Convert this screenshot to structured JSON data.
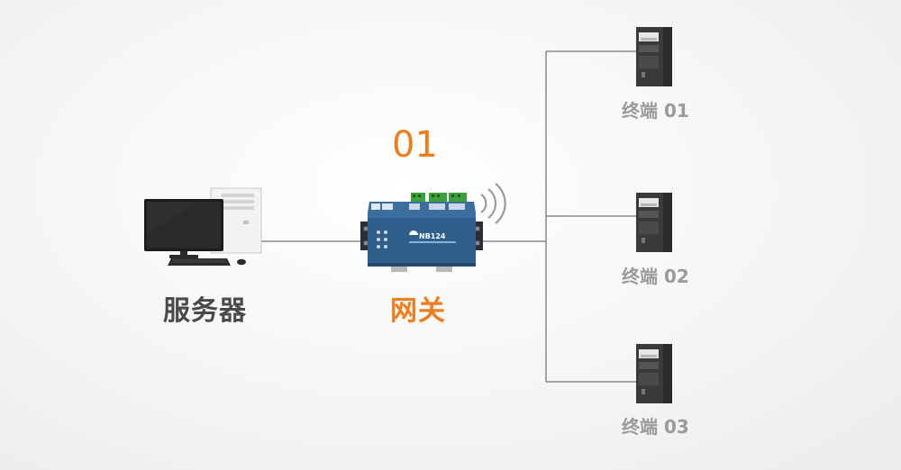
{
  "diagram": {
    "step_number": "01",
    "server": {
      "label": "服务器",
      "icon": "desktop-computer-icon"
    },
    "gateway": {
      "label": "网关",
      "model": "NB124",
      "icon": "gateway-device-icon"
    },
    "terminals": [
      {
        "label": "终端 01",
        "icon": "terminal-tower-icon"
      },
      {
        "label": "终端 02",
        "icon": "terminal-tower-icon"
      },
      {
        "label": "终端 03",
        "icon": "terminal-tower-icon"
      }
    ],
    "colors": {
      "accent": "#f07d1c",
      "wire": "#8a8a8a",
      "gateway_body": "#2f5f8c",
      "server_label": "#4a4a4a",
      "terminal_label": "#9a9a9a"
    }
  }
}
